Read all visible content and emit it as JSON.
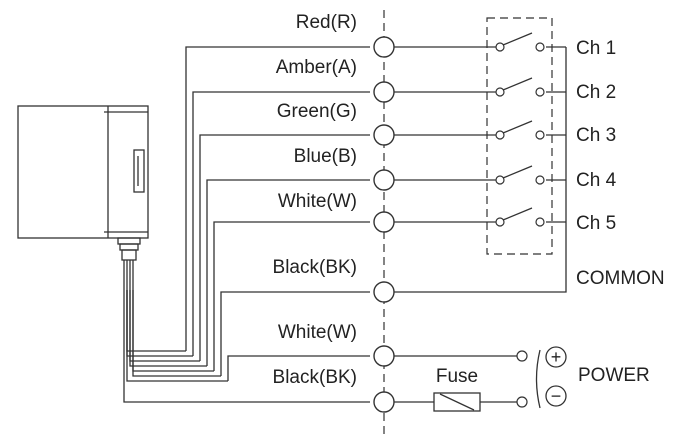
{
  "wires": [
    {
      "label": "Red(R)"
    },
    {
      "label": "Amber(A)"
    },
    {
      "label": "Green(G)"
    },
    {
      "label": "Blue(B)"
    },
    {
      "label": "White(W)"
    },
    {
      "label": "Black(BK)"
    },
    {
      "label": "White(W)"
    },
    {
      "label": "Black(BK)"
    }
  ],
  "channels": [
    "Ch 1",
    "Ch 2",
    "Ch 3",
    "Ch 4",
    "Ch 5"
  ],
  "common_label": "COMMON",
  "fuse_label": "Fuse",
  "power_label": "POWER",
  "plus_symbol": "+",
  "minus_symbol": "−"
}
